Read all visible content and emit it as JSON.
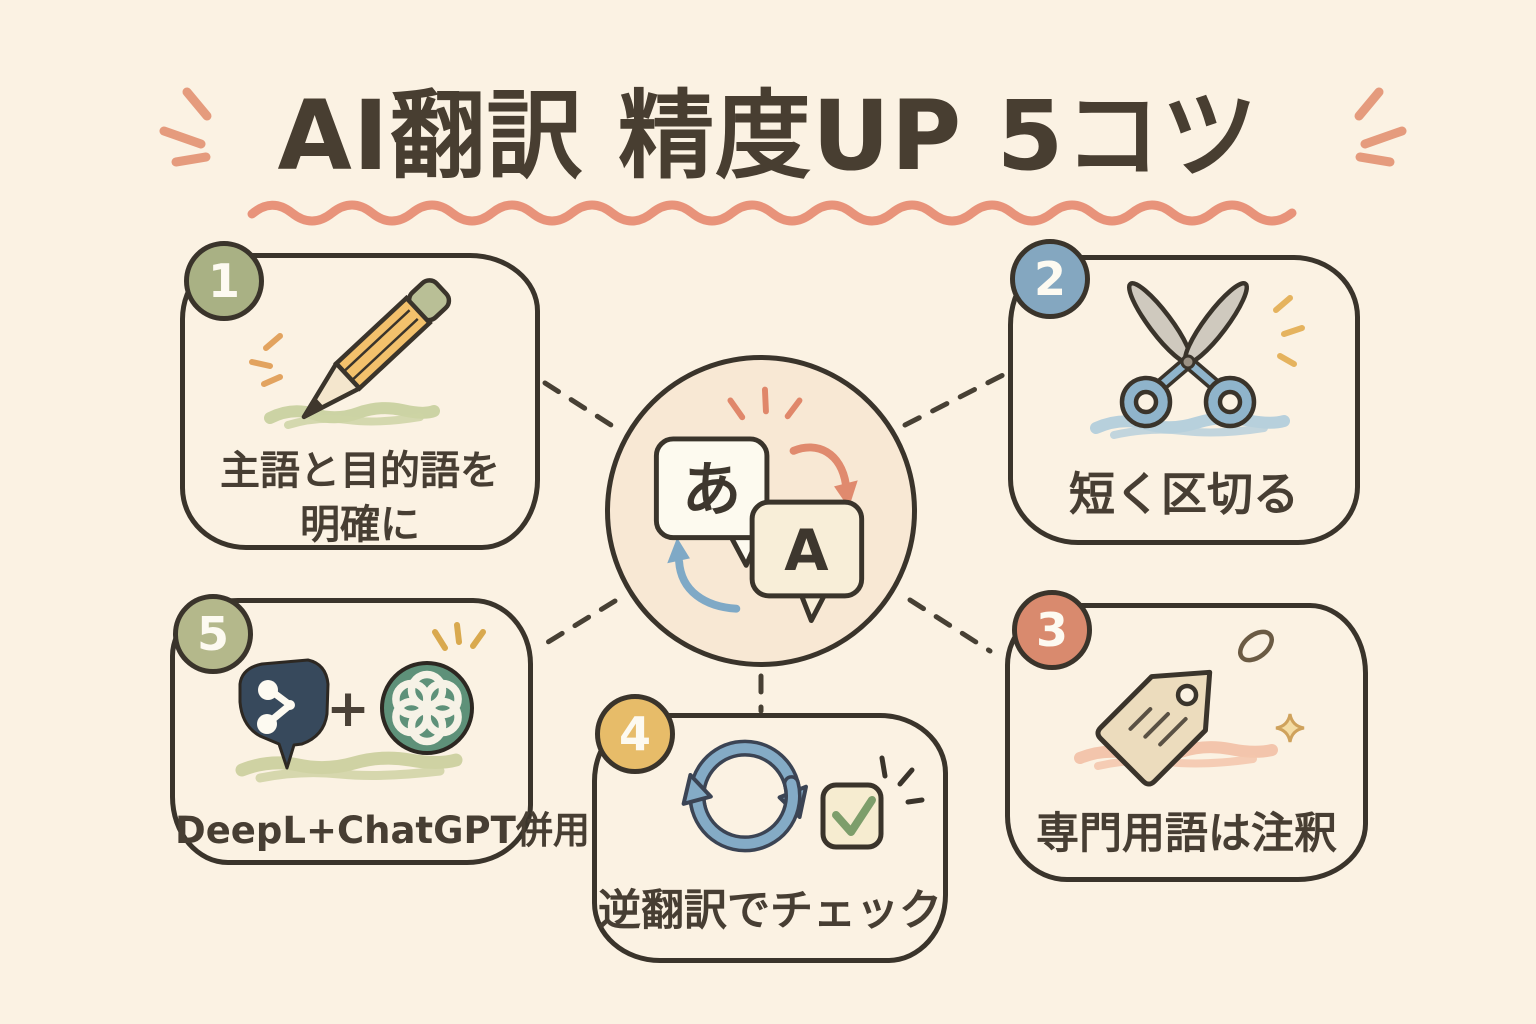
{
  "title": "AI翻訳 精度UP 5コツ",
  "center": {
    "icon": "translation-bubbles-icon",
    "source_char": "あ",
    "target_char": "A"
  },
  "tips": [
    {
      "number": "1",
      "line1": "主語と目的語を",
      "line2": "明確に",
      "icon": "pencil-icon",
      "badge_color": "#a9b184"
    },
    {
      "number": "2",
      "label": "短く区切る",
      "icon": "scissors-icon",
      "badge_color": "#84a7c0"
    },
    {
      "number": "3",
      "label": "専門用語は注釈",
      "icon": "price-tag-icon",
      "badge_color": "#d98a6e"
    },
    {
      "number": "4",
      "label": "逆翻訳でチェック",
      "icon": "back-translation-check-icon",
      "badge_color": "#e7bc69"
    },
    {
      "number": "5",
      "label": "DeepL+ChatGPT併用",
      "plus_sign": "+",
      "icon": "deepl-plus-chatgpt-icon",
      "badge_color": "#b4b88b"
    }
  ],
  "colors": {
    "background": "#fbf2e3",
    "outline": "#3a342b",
    "text": "#473e33",
    "title_text": "#483e31",
    "accent_coral": "#e8937a",
    "center_fill": "#f8e8d4",
    "arrow_salmon": "#e08a6e",
    "arrow_blue": "#7fa9c6",
    "pencil_yellow": "#f3c16c",
    "eraser_green": "#b9bf96",
    "scissors_handle_blue": "#8fb4cb",
    "tag_cream": "#ecdcbd",
    "check_green": "#7d9e6b",
    "deepl_navy": "#37495c",
    "chatgpt_green": "#5e9179"
  }
}
